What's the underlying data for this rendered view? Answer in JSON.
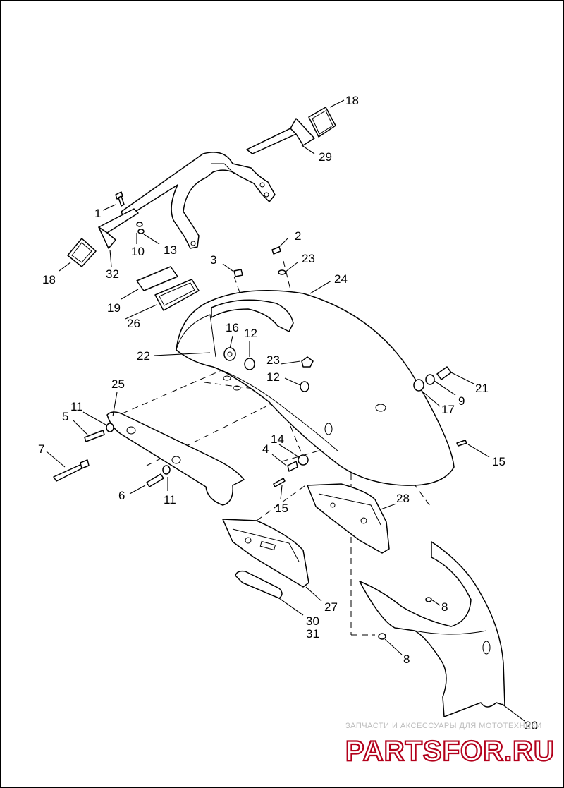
{
  "callouts": [
    {
      "id": "c18a",
      "text": "18"
    },
    {
      "id": "c29",
      "text": "29"
    },
    {
      "id": "c1",
      "text": "1"
    },
    {
      "id": "c10",
      "text": "10"
    },
    {
      "id": "c13",
      "text": "13"
    },
    {
      "id": "c18b",
      "text": "18"
    },
    {
      "id": "c32",
      "text": "32"
    },
    {
      "id": "c2",
      "text": "2"
    },
    {
      "id": "c3",
      "text": "3"
    },
    {
      "id": "c23a",
      "text": "23"
    },
    {
      "id": "c24",
      "text": "24"
    },
    {
      "id": "c19",
      "text": "19"
    },
    {
      "id": "c26",
      "text": "26"
    },
    {
      "id": "c16",
      "text": "16"
    },
    {
      "id": "c12a",
      "text": "12"
    },
    {
      "id": "c22",
      "text": "22"
    },
    {
      "id": "c23b",
      "text": "23"
    },
    {
      "id": "c12b",
      "text": "12"
    },
    {
      "id": "c25",
      "text": "25"
    },
    {
      "id": "c11a",
      "text": "11"
    },
    {
      "id": "c5",
      "text": "5"
    },
    {
      "id": "c21",
      "text": "21"
    },
    {
      "id": "c9",
      "text": "9"
    },
    {
      "id": "c17",
      "text": "17"
    },
    {
      "id": "c7",
      "text": "7"
    },
    {
      "id": "c14",
      "text": "14"
    },
    {
      "id": "c4",
      "text": "4"
    },
    {
      "id": "c15a",
      "text": "15"
    },
    {
      "id": "c6",
      "text": "6"
    },
    {
      "id": "c11b",
      "text": "11"
    },
    {
      "id": "c15b",
      "text": "15"
    },
    {
      "id": "c28",
      "text": "28"
    },
    {
      "id": "c27",
      "text": "27"
    },
    {
      "id": "c8a",
      "text": "8"
    },
    {
      "id": "c30",
      "text": "30"
    },
    {
      "id": "c31",
      "text": "31"
    },
    {
      "id": "c8b",
      "text": "8"
    },
    {
      "id": "c20",
      "text": "20"
    }
  ],
  "watermark": {
    "tagline": "ЗАПЧАСТИ И АКСЕССУАРЫ ДЛЯ МОТОТЕХНИКИ",
    "brand": "PARTSFOR.RU",
    "color": "#b3001b"
  }
}
